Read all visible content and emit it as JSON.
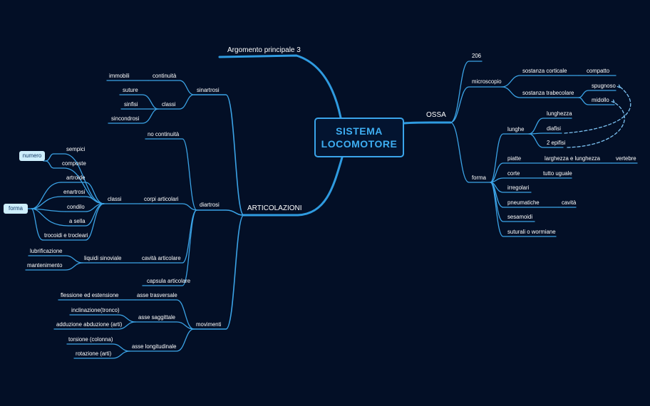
{
  "central": {
    "line1": "SISTEMA",
    "line2": "LOCOMOTORE"
  },
  "branches": {
    "argomento": "Argomento principale 3",
    "ossa": "OSSA",
    "articolazioni": "ARTICOLAZIONI"
  },
  "ossa": {
    "n206": "206",
    "microscopio": "microscopio",
    "sostanza_corticale": "sostanza corticale",
    "compatto": "compatto",
    "sostanza_trabecolare": "sostanza trabecolare",
    "spugnoso": "spugnoso",
    "midollo": "midollo",
    "forma": "forma",
    "lunghe": "lunghe",
    "lunghezza": "lunghezza",
    "diafisi": "diafisi",
    "due_epifisi": "2 epifisi",
    "piatte": "piatte",
    "larghezza_lunghezza": "larghezza e lunghezza",
    "vertebre": "vertebre",
    "corte": "corte",
    "tutto_uguale": "tutto uguale",
    "irregolari": "irregolari",
    "pneumatiche": "pneumatiche",
    "cavita": "cavità",
    "sesamoidi": "sesamoidi",
    "suturali": "suturali o wormiane"
  },
  "articolazioni": {
    "sinartrosi": "sinartrosi",
    "continuita": "continuità",
    "immobili": "immobili",
    "classi_sin": "classi",
    "suture": "suture",
    "sinfisi": "sinfisi",
    "sincondrosi": "sincondrosi",
    "diartrosi": "diartrosi",
    "no_continuita": "no continuità",
    "corpi_articolari": "corpi articolari",
    "classi_dia": "classi",
    "sempici": "sempici",
    "composte": "composte",
    "artroide": "artroide",
    "enartrosi": "enartrosi",
    "condilo": "condilo",
    "a_sella": "a sella",
    "trocoidi": "trocoidi e trocleari",
    "cavita_articolare": "cavità articolare",
    "liquidi_sinoviale": "liquidi sinoviale",
    "lubrificazione": "lubrificazione",
    "mantenimento": "mantenimento",
    "capsula": "capsula articolare",
    "movimenti": "movimenti",
    "asse_trasversale": "asse trasversale",
    "flessione": "flessione ed estensione",
    "asse_saggittale": "asse saggittale",
    "inclinazione": "inclinazione(tronco)",
    "adduzione": "adduzione abduzione (arti)",
    "asse_longitudinale": "asse longitudinale",
    "torsione": "torsione (colonna)",
    "rotazione": "rotazione (arti)"
  },
  "callouts": {
    "numero": "numero",
    "forma": "forma"
  },
  "colors": {
    "background": "#030f26",
    "line": "#3ba3e6",
    "central_border": "#3aa4ea",
    "central_text": "#3eaef2",
    "callout_bg": "#cdeefc"
  }
}
